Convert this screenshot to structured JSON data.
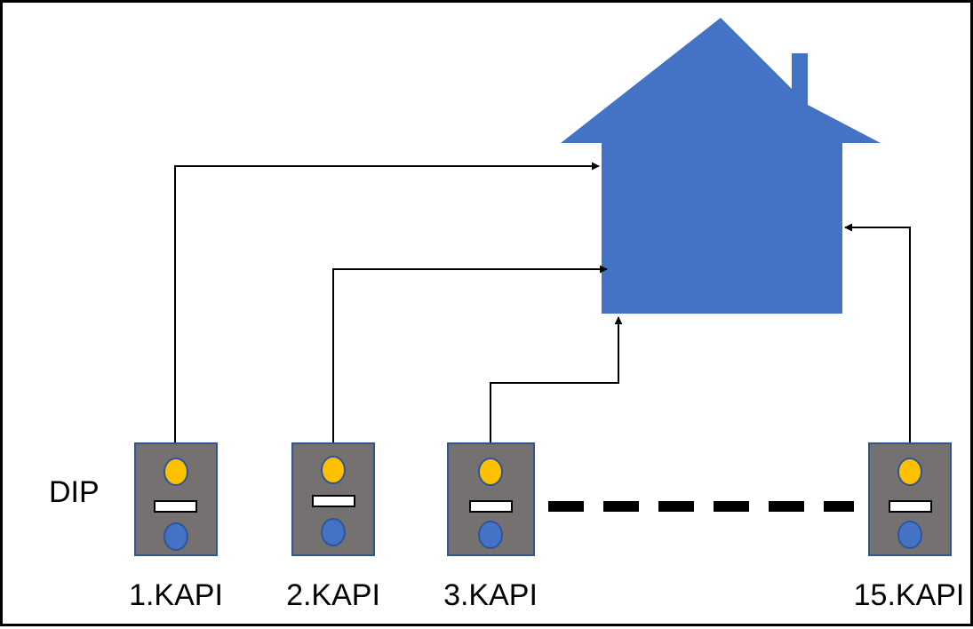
{
  "diagram": {
    "side_label": "DIP",
    "panels": [
      {
        "label": "1.KAPI"
      },
      {
        "label": "2.KAPI"
      },
      {
        "label": "3.KAPI"
      },
      {
        "label": "15.KAPI"
      }
    ],
    "colors": {
      "house": "#4472c4",
      "panel": "#767171",
      "panel_border": "#2f5597",
      "top_led": "#ffc000",
      "bottom_led": "#4472c4",
      "slot": "#ffffff",
      "line": "#000000"
    }
  }
}
